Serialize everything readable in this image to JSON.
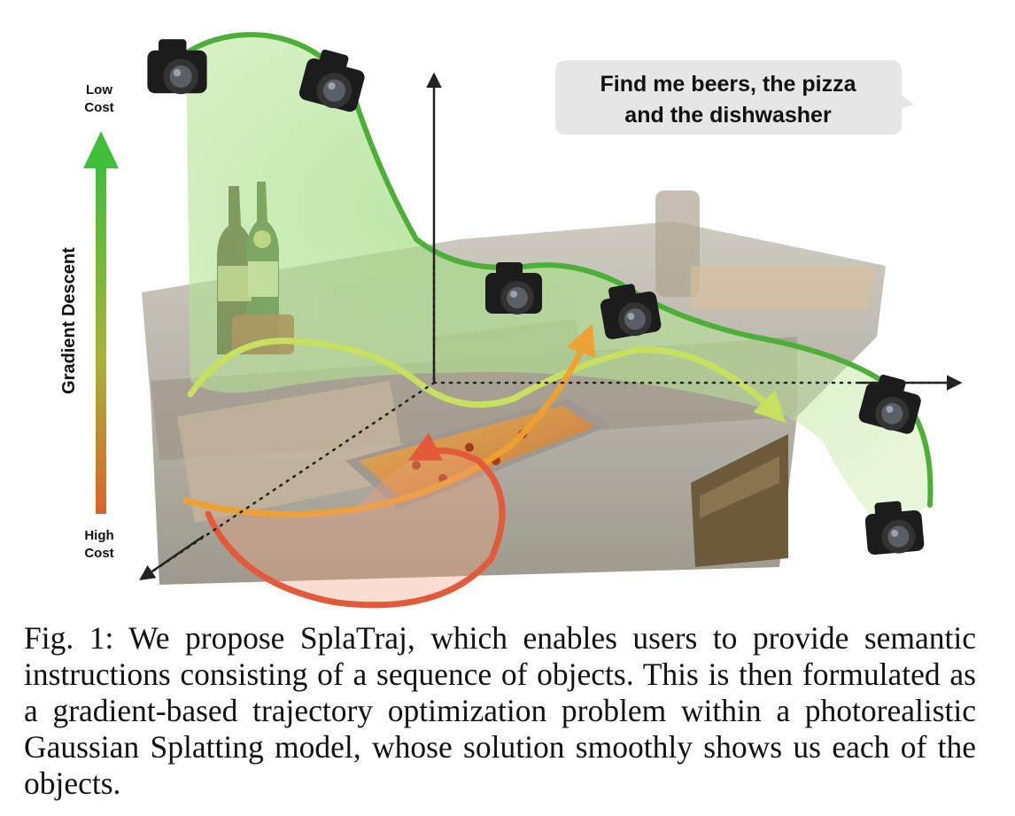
{
  "figure": {
    "axis_top_label_line1": "Low",
    "axis_top_label_line2": "Cost",
    "axis_bottom_label_line1": "High",
    "axis_bottom_label_line2": "Cost",
    "axis_title": "Gradient Descent",
    "speech": {
      "line1_pre": "Find me ",
      "line1_bold1": "beers",
      "line1_mid": ", the ",
      "line1_bold2": "pizza",
      "line2_pre": "and the ",
      "line2_bold": "dishwasher"
    },
    "colors": {
      "green": "#4caf38",
      "yellow_green": "#c8e060",
      "orange": "#f0a030",
      "red": "#e25a3a",
      "speech_bubble": "#e6e6e6"
    }
  },
  "caption": {
    "text": "Fig. 1: We propose SplaTraj, which enables users to provide semantic instructions consisting of a sequence of objects. This is then formulated as a gradient-based trajectory optimization problem within a photorealistic Gaussian Splatting model, whose solution smoothly shows us each of the objects."
  }
}
